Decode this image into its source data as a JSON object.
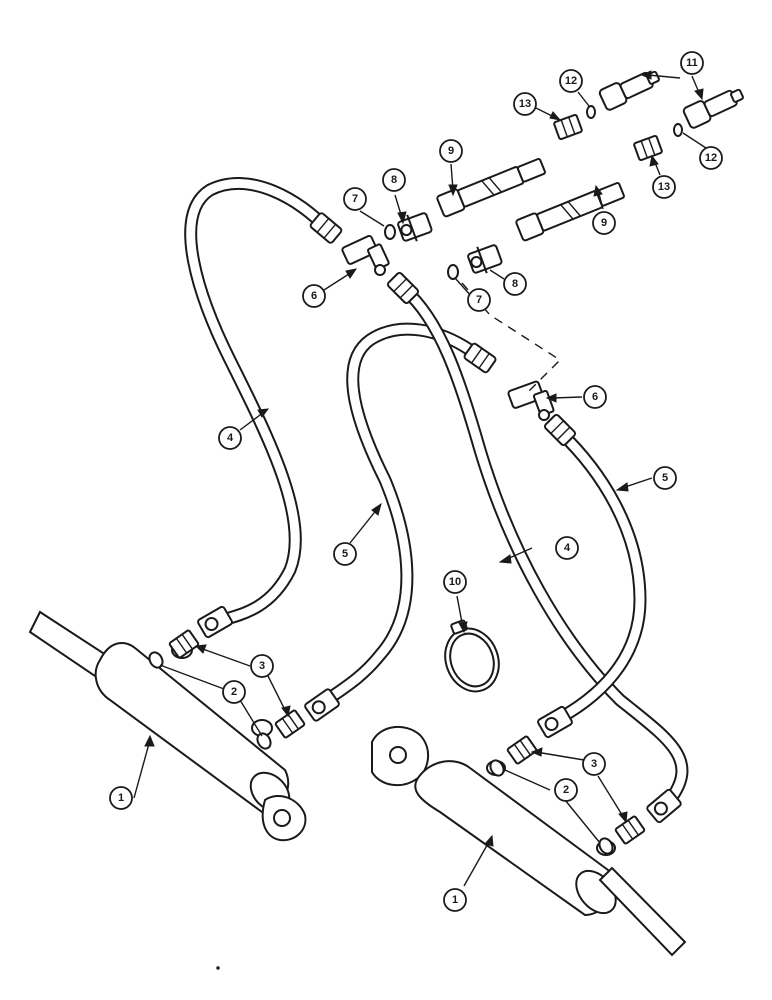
{
  "diagram": {
    "callouts": [
      {
        "id": "c1a",
        "label": "1"
      },
      {
        "id": "c1b",
        "label": "1"
      },
      {
        "id": "c2a",
        "label": "2"
      },
      {
        "id": "c2b",
        "label": "2"
      },
      {
        "id": "c3a",
        "label": "3"
      },
      {
        "id": "c3b",
        "label": "3"
      },
      {
        "id": "c4a",
        "label": "4"
      },
      {
        "id": "c4b",
        "label": "4"
      },
      {
        "id": "c5a",
        "label": "5"
      },
      {
        "id": "c5b",
        "label": "5"
      },
      {
        "id": "c6a",
        "label": "6"
      },
      {
        "id": "c6b",
        "label": "6"
      },
      {
        "id": "c7a",
        "label": "7"
      },
      {
        "id": "c7b",
        "label": "7"
      },
      {
        "id": "c8a",
        "label": "8"
      },
      {
        "id": "c8b",
        "label": "8"
      },
      {
        "id": "c9a",
        "label": "9"
      },
      {
        "id": "c9b",
        "label": "9"
      },
      {
        "id": "c10",
        "label": "10"
      },
      {
        "id": "c11",
        "label": "11"
      },
      {
        "id": "c12a",
        "label": "12"
      },
      {
        "id": "c12b",
        "label": "12"
      },
      {
        "id": "c13a",
        "label": "13"
      },
      {
        "id": "c13b",
        "label": "13"
      }
    ]
  }
}
